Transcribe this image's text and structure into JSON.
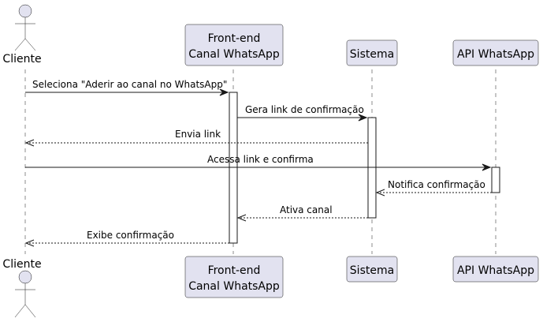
{
  "diagram": {
    "participants": {
      "cliente": {
        "label": "Cliente"
      },
      "frontend": {
        "line1": "Front-end",
        "line2": "Canal WhatsApp"
      },
      "sistema": {
        "label": "Sistema"
      },
      "api": {
        "label": "API WhatsApp"
      }
    },
    "messages": [
      {
        "from": "cliente",
        "to": "frontend",
        "label": "Seleciona \"Aderir ao canal no WhatsApp\"",
        "style": "solid"
      },
      {
        "from": "frontend",
        "to": "sistema",
        "label": "Gera link de confirmação",
        "style": "solid"
      },
      {
        "from": "sistema",
        "to": "cliente",
        "label": "Envia link",
        "style": "dashed"
      },
      {
        "from": "cliente",
        "to": "api",
        "label": "Acessa link e confirma",
        "style": "solid"
      },
      {
        "from": "api",
        "to": "sistema",
        "label": "Notifica confirmação",
        "style": "dashed"
      },
      {
        "from": "sistema",
        "to": "frontend",
        "label": "Ativa canal",
        "style": "dashed"
      },
      {
        "from": "frontend",
        "to": "cliente",
        "label": "Exibe confirmação",
        "style": "dashed"
      }
    ]
  }
}
